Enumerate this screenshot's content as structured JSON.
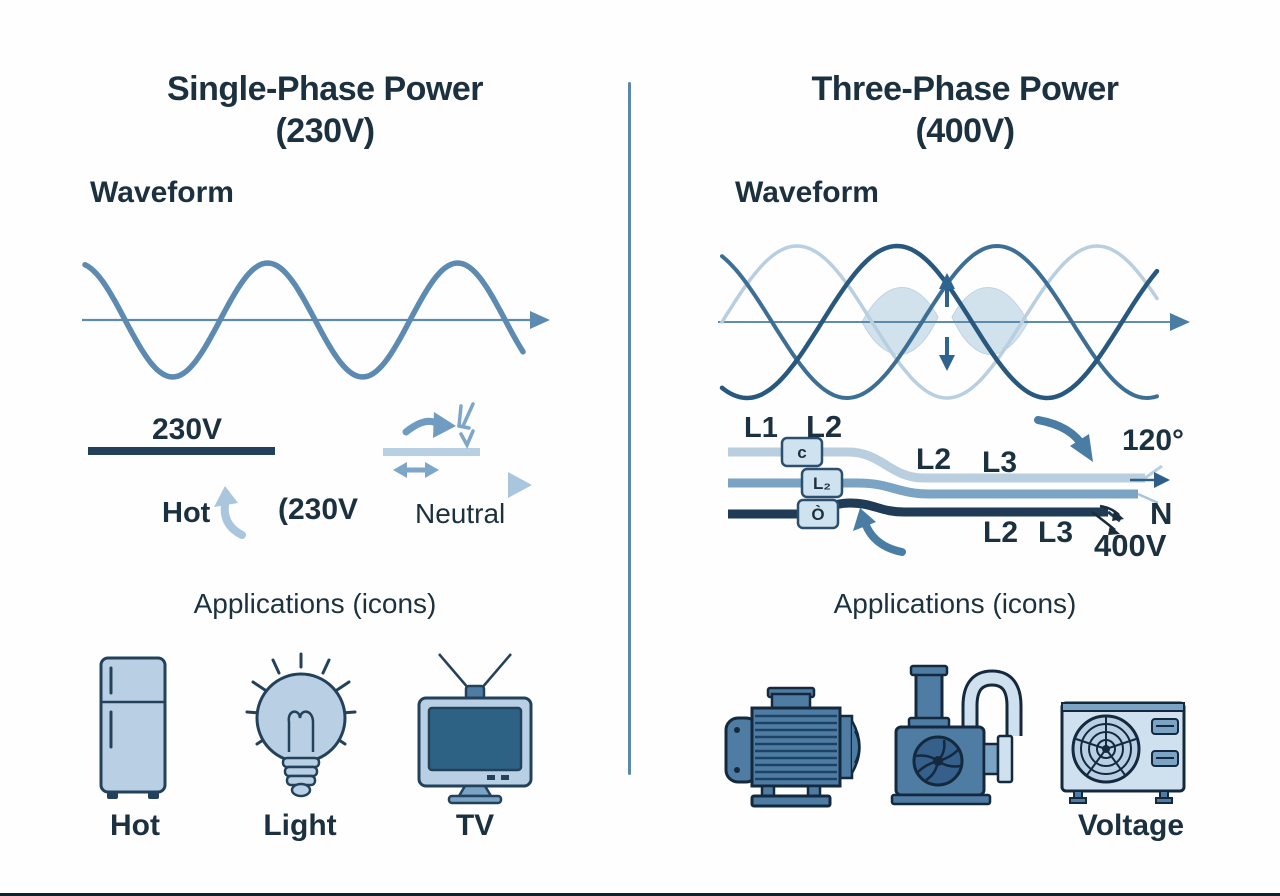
{
  "left": {
    "title1": "Single-Phase Power",
    "title2": "(230V)",
    "waveform_label": "Waveform",
    "waveform": {
      "type": "sine",
      "phases_deg": [
        0
      ],
      "cycles": 2.4
    },
    "wiring": {
      "voltage": "230V",
      "hot": "Hot",
      "mid": "(230V",
      "neutral": "Neutral"
    },
    "applications_label": "Applications (icons)",
    "icons": [
      {
        "icon": "refrigerator-icon",
        "label": "Hot"
      },
      {
        "icon": "light-bulb-icon",
        "label": "Light"
      },
      {
        "icon": "tv-icon",
        "label": "TV"
      }
    ]
  },
  "right": {
    "title1": "Three-Phase Power",
    "title2": "(400V)",
    "waveform_label": "Waveform",
    "waveform": {
      "type": "sine",
      "phases_deg": [
        0,
        120,
        240
      ]
    },
    "wiring": {
      "l1": "L1",
      "l2": "L2",
      "tag1": "c",
      "tag2": "L₂",
      "tag3": "Ò",
      "mid_l2": "L2",
      "mid_l3": "L3",
      "angle": "120°",
      "neutral": "N",
      "voltage": "400V",
      "bot_l2": "L2",
      "bot_l3": "L3"
    },
    "applications_label": "Applications (icons)",
    "icons": [
      {
        "icon": "motor-icon",
        "label": ""
      },
      {
        "icon": "pump-icon",
        "label": ""
      },
      {
        "icon": "ac-unit-icon",
        "label": "Voltage"
      }
    ]
  },
  "colors": {
    "text_dark": "#1c3140",
    "steel": "#4a7da3",
    "steel_dark": "#2d5f8a",
    "navy_wire": "#1f3b55",
    "light_blue": "#b9cfe0",
    "lens_fill": "#cddfec",
    "icon_fill": "#b9d0e4",
    "icon_steel": "#4f7ca3",
    "outline": "#14293d",
    "screen_blue": "#2e6285"
  }
}
